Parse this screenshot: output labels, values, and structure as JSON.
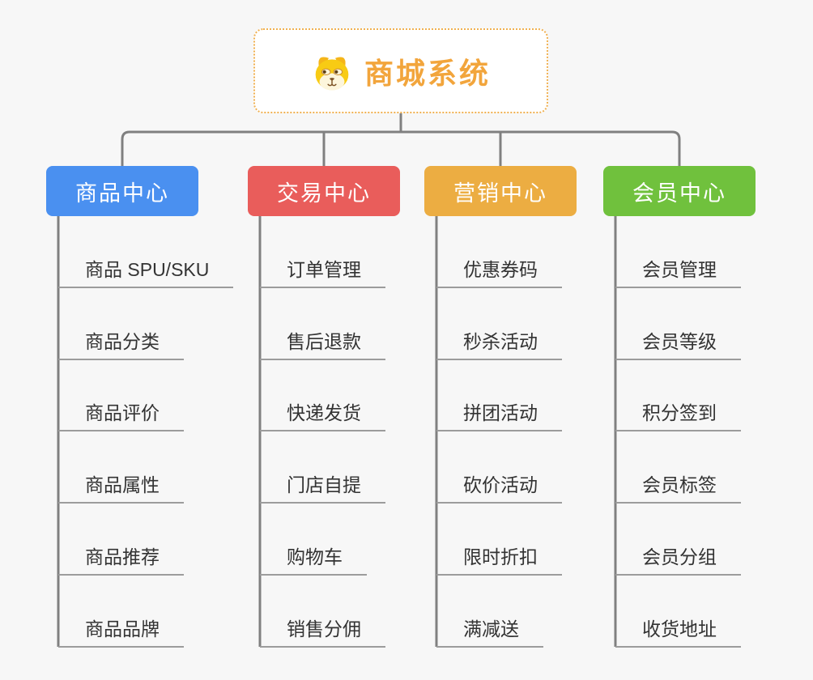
{
  "page": {
    "background_color": "#F7F7F7",
    "connector_color": "#808080",
    "underline_color": "#9C9C9C"
  },
  "root": {
    "label": "商城系统",
    "icon": "dog-face-icon",
    "text_color": "#F2A53C",
    "border_color": "#F0B050"
  },
  "branches": [
    {
      "label": "商品中心",
      "color": "#4A90F0",
      "items": [
        "商品 SPU/SKU",
        "商品分类",
        "商品评价",
        "商品属性",
        "商品推荐",
        "商品品牌"
      ]
    },
    {
      "label": "交易中心",
      "color": "#E95D5B",
      "items": [
        "订单管理",
        "售后退款",
        "快递发货",
        "门店自提",
        "购物车",
        "销售分佣"
      ]
    },
    {
      "label": "营销中心",
      "color": "#ECAD42",
      "items": [
        "优惠券码",
        "秒杀活动",
        "拼团活动",
        "砍价活动",
        "限时折扣",
        "满减送"
      ]
    },
    {
      "label": "会员中心",
      "color": "#70C13D",
      "items": [
        "会员管理",
        "会员等级",
        "积分签到",
        "会员标签",
        "会员分组",
        "收货地址"
      ]
    }
  ]
}
